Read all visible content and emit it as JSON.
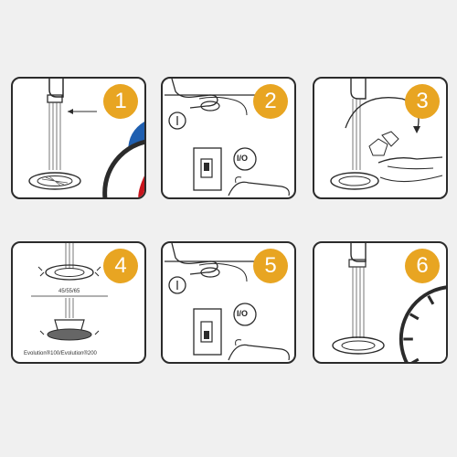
{
  "steps": [
    {
      "number": "1"
    },
    {
      "number": "2",
      "switch_label": "I/O"
    },
    {
      "number": "3"
    },
    {
      "number": "4",
      "model_top": "45/55/65",
      "model_bottom": "Evolution®100/Evolution®200"
    },
    {
      "number": "5",
      "switch_label": "I/O"
    },
    {
      "number": "6"
    }
  ],
  "colors": {
    "badge": "#e8a522",
    "cold_drop": "#1f5fb0",
    "hot_drop": "#c8141c",
    "clock_fill": "#c8141c",
    "line": "#2b2b2b"
  }
}
